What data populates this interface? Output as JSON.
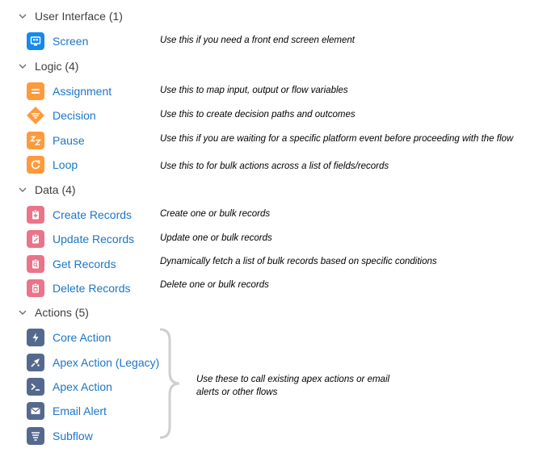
{
  "sections": {
    "ui": "User Interface (1)",
    "logic": "Logic (4)",
    "data": "Data (4)",
    "actions": "Actions (5)"
  },
  "items": {
    "screen": {
      "label": "Screen",
      "desc": "Use this if you need a front end screen element",
      "icon": "screen-icon",
      "color": "#1589ee"
    },
    "assignment": {
      "label": "Assignment",
      "desc": "Use this to map input, output or flow variables",
      "icon": "assignment-icon",
      "color": "#ff9a3c"
    },
    "decision": {
      "label": "Decision",
      "desc": "Use this to create decision paths and outcomes",
      "icon": "decision-icon",
      "color": "#ff9a3c"
    },
    "pause": {
      "label": "Pause",
      "desc": "Use this if you are waiting for a specific platform event before proceeding with the flow",
      "icon": "pause-icon",
      "color": "#ff9a3c"
    },
    "loop": {
      "label": "Loop",
      "desc": "Use this to for bulk actions across a list of fields/records",
      "icon": "loop-icon",
      "color": "#ff9a3c"
    },
    "create_records": {
      "label": "Create Records",
      "desc": "Create one or bulk records",
      "icon": "create-records-icon",
      "color": "#ea7489"
    },
    "update_records": {
      "label": "Update Records",
      "desc": "Update one or bulk records",
      "icon": "update-records-icon",
      "color": "#ea7489"
    },
    "get_records": {
      "label": "Get Records",
      "desc": "Dynamically fetch a list of bulk records based on specific conditions",
      "icon": "get-records-icon",
      "color": "#ea7489"
    },
    "delete_records": {
      "label": "Delete Records",
      "desc": "Delete one or bulk records",
      "icon": "delete-records-icon",
      "color": "#ea7489"
    },
    "core_action": {
      "label": "Core Action",
      "icon": "core-action-icon",
      "color": "#54698d"
    },
    "apex_legacy": {
      "label": "Apex Action (Legacy)",
      "icon": "apex-legacy-icon",
      "color": "#54698d"
    },
    "apex_action": {
      "label": "Apex Action",
      "icon": "apex-action-icon",
      "color": "#54698d"
    },
    "email_alert": {
      "label": "Email Alert",
      "icon": "email-alert-icon",
      "color": "#54698d"
    },
    "subflow": {
      "label": "Subflow",
      "icon": "subflow-icon",
      "color": "#54698d"
    }
  },
  "actions_note": "Use these to call existing apex actions or email alerts or other flows",
  "colors": {
    "link": "#1b76c6",
    "section_text": "#3e3e3c",
    "brace": "#cfcfcf"
  }
}
